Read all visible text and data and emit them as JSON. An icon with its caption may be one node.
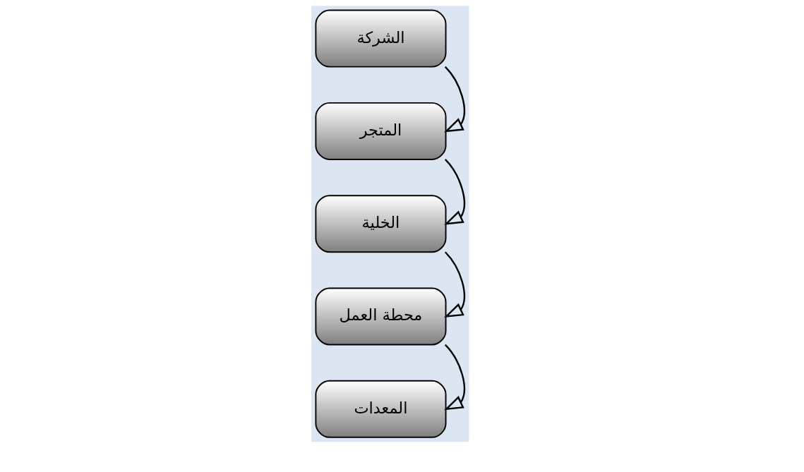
{
  "diagram": {
    "nodes": [
      {
        "text": [
          "الشركة"
        ]
      },
      {
        "text": [
          "المتجر"
        ]
      },
      {
        "text": [
          "الخلية"
        ]
      },
      {
        "text": [
          "محطة العمل"
        ]
      },
      {
        "text": [
          "المعدات"
        ]
      }
    ],
    "edges": [
      {
        "from": 0,
        "to": 1,
        "arrow": "to"
      },
      {
        "from": 1,
        "to": 2,
        "arrow": "to"
      },
      {
        "from": 2,
        "to": 3,
        "arrow": "to"
      },
      {
        "from": 3,
        "to": 4,
        "arrow": "to"
      }
    ]
  }
}
